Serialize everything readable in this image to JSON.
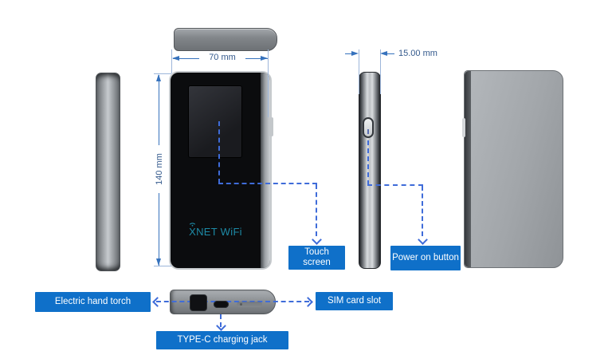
{
  "dimensions": {
    "width": "70 mm",
    "height": "140 mm",
    "thickness": "15.00 mm"
  },
  "device": {
    "logo_mark": "X",
    "logo_text": "NET WiFi"
  },
  "callouts": {
    "touch_screen": "Touch screen",
    "power_button": "Power on button",
    "hand_torch": "Electric hand torch",
    "sim_slot": "SIM card slot",
    "type_c": "TYPE-C charging jack"
  },
  "colors": {
    "callout_bg": "#0f70c9",
    "callout_text": "#ffffff",
    "dimension_line": "#3672bd",
    "dimension_text": "#33598c",
    "leader_dash": "#3f6cd9",
    "logo": "#1d8aa6",
    "device_gray": "#8d9195"
  }
}
